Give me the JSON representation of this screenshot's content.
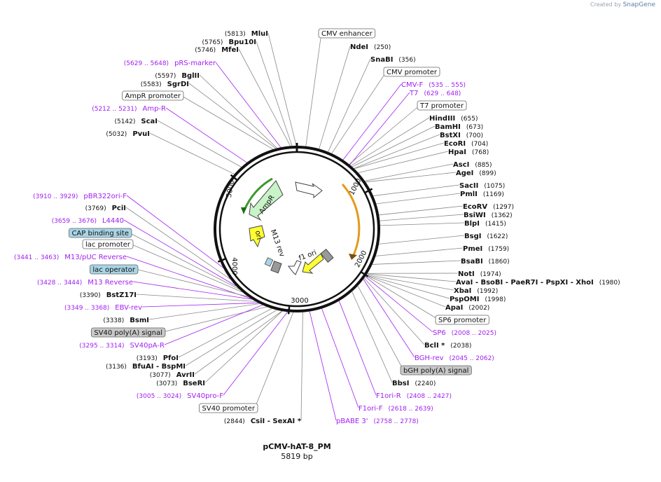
{
  "credit": {
    "prefix": "Created by",
    "brand": "SnapGene"
  },
  "plasmid": {
    "name": "pCMV-hAT-8_PM",
    "size": "5819 bp",
    "length": 5819
  },
  "ticks": [
    "1000",
    "2000",
    "3000",
    "4000",
    "5000"
  ],
  "colors": {
    "purple": "#a020f0",
    "line": "#888888"
  },
  "features": [
    {
      "name": "ori-arrow",
      "label": "ori"
    },
    {
      "name": "m13rev-arrow",
      "label": "M13 rev"
    },
    {
      "name": "ampr-arrow",
      "label": "AmpR"
    },
    {
      "name": "f1ori-arrow",
      "label": "f1 ori"
    }
  ],
  "labels": [
    {
      "text": "MluI",
      "pos": "(5813)",
      "kind": "enzyme",
      "site": 5813
    },
    {
      "text": "Bpu10I",
      "pos": "(5765)",
      "kind": "enzyme",
      "site": 5765
    },
    {
      "text": "MfeI",
      "pos": "(5746)",
      "kind": "enzyme",
      "site": 5746
    },
    {
      "text": "pRS-marker",
      "pos": "(5629 .. 5648)",
      "kind": "primer",
      "site": 5638
    },
    {
      "text": "BglII",
      "pos": "(5597)",
      "kind": "enzyme",
      "site": 5597
    },
    {
      "text": "SgrDI",
      "pos": "(5583)",
      "kind": "enzyme",
      "site": 5583
    },
    {
      "text": "AmpR promoter",
      "pos": "",
      "kind": "feature",
      "site": 5550
    },
    {
      "text": "Amp-R",
      "pos": "(5212 .. 5231)",
      "kind": "primer",
      "site": 5221
    },
    {
      "text": "ScaI",
      "pos": "(5142)",
      "kind": "enzyme",
      "site": 5142
    },
    {
      "text": "PvuI",
      "pos": "(5032)",
      "kind": "enzyme",
      "site": 5032
    },
    {
      "text": "pBR322ori-F",
      "pos": "(3910 .. 3929)",
      "kind": "primer",
      "site": 3920
    },
    {
      "text": "PciI",
      "pos": "(3769)",
      "kind": "enzyme",
      "site": 3769
    },
    {
      "text": "L4440",
      "pos": "(3659 .. 3676)",
      "kind": "primer",
      "site": 3668
    },
    {
      "text": "CAP binding site",
      "pos": "",
      "kind": "feature-blue",
      "site": 3620
    },
    {
      "text": "lac promoter",
      "pos": "",
      "kind": "feature",
      "site": 3570
    },
    {
      "text": "M13/pUC Reverse",
      "pos": "(3441 .. 3463)",
      "kind": "primer",
      "site": 3452
    },
    {
      "text": "lac operator",
      "pos": "",
      "kind": "feature-blue",
      "site": 3490
    },
    {
      "text": "M13 Reverse",
      "pos": "(3428 .. 3444)",
      "kind": "primer",
      "site": 3436
    },
    {
      "text": "BstZ17I",
      "pos": "(3390)",
      "kind": "enzyme",
      "site": 3390
    },
    {
      "text": "EBV-rev",
      "pos": "(3349 .. 3368)",
      "kind": "primer",
      "site": 3358
    },
    {
      "text": "BsmI",
      "pos": "(3338)",
      "kind": "enzyme",
      "site": 3338
    },
    {
      "text": "SV40 poly(A) signal",
      "pos": "",
      "kind": "feature-gray",
      "site": 3250
    },
    {
      "text": "SV40pA-R",
      "pos": "(3295 .. 3314)",
      "kind": "primer",
      "site": 3304
    },
    {
      "text": "PfoI",
      "pos": "(3193)",
      "kind": "enzyme",
      "site": 3193
    },
    {
      "text": "BfuAI  -  BspMI",
      "pos": "(3136)",
      "kind": "enzyme",
      "site": 3136
    },
    {
      "text": "AvrII",
      "pos": "(3077)",
      "kind": "enzyme",
      "site": 3077
    },
    {
      "text": "BseRI",
      "pos": "(3073)",
      "kind": "enzyme",
      "site": 3073
    },
    {
      "text": "SV40pro-F",
      "pos": "(3005 .. 3024)",
      "kind": "primer",
      "site": 3014
    },
    {
      "text": "SV40 promoter",
      "pos": "",
      "kind": "feature",
      "site": 2950
    },
    {
      "text": "CsiI  -  SexAI *",
      "pos": "(2844)",
      "kind": "enzyme",
      "site": 2844
    },
    {
      "text": "pBABE 3'",
      "pos": "(2758 .. 2778)",
      "kind": "primer",
      "site": 2768
    },
    {
      "text": "F1ori-F",
      "pos": "(2618 .. 2639)",
      "kind": "primer",
      "site": 2628
    },
    {
      "text": "F1ori-R",
      "pos": "(2408 .. 2427)",
      "kind": "primer",
      "site": 2417
    },
    {
      "text": "BbsI",
      "pos": "(2240)",
      "kind": "enzyme",
      "site": 2240
    },
    {
      "text": "bGH poly(A) signal",
      "pos": "",
      "kind": "feature-gray",
      "site": 2150
    },
    {
      "text": "BGH-rev",
      "pos": "(2045 .. 2062)",
      "kind": "primer",
      "site": 2053
    },
    {
      "text": "BclI *",
      "pos": "(2038)",
      "kind": "enzyme",
      "site": 2038
    },
    {
      "text": "SP6",
      "pos": "(2008 .. 2025)",
      "kind": "primer",
      "site": 2016
    },
    {
      "text": "SP6 promoter",
      "pos": "",
      "kind": "feature",
      "site": 2005
    },
    {
      "text": "ApaI",
      "pos": "(2002)",
      "kind": "enzyme",
      "site": 2002
    },
    {
      "text": "PspOMI",
      "pos": "(1998)",
      "kind": "enzyme",
      "site": 1998
    },
    {
      "text": "XbaI",
      "pos": "(1992)",
      "kind": "enzyme",
      "site": 1992
    },
    {
      "text": "AvaI  -  BsoBI  -  PaeR7I  -  PspXI  -  XhoI",
      "pos": "(1980)",
      "kind": "enzyme",
      "site": 1980
    },
    {
      "text": "NotI",
      "pos": "(1974)",
      "kind": "enzyme",
      "site": 1974
    },
    {
      "text": "BsaBI",
      "pos": "(1860)",
      "kind": "enzyme",
      "site": 1860
    },
    {
      "text": "PmeI",
      "pos": "(1759)",
      "kind": "enzyme",
      "site": 1759
    },
    {
      "text": "BsgI",
      "pos": "(1622)",
      "kind": "enzyme",
      "site": 1622
    },
    {
      "text": "BlpI",
      "pos": "(1415)",
      "kind": "enzyme",
      "site": 1415
    },
    {
      "text": "BsiWI",
      "pos": "(1362)",
      "kind": "enzyme",
      "site": 1362
    },
    {
      "text": "EcoRV",
      "pos": "(1297)",
      "kind": "enzyme",
      "site": 1297
    },
    {
      "text": "PmlI",
      "pos": "(1169)",
      "kind": "enzyme",
      "site": 1169
    },
    {
      "text": "SacII",
      "pos": "(1075)",
      "kind": "enzyme",
      "site": 1075
    },
    {
      "text": "AgeI",
      "pos": "(899)",
      "kind": "enzyme",
      "site": 899
    },
    {
      "text": "AscI",
      "pos": "(885)",
      "kind": "enzyme",
      "site": 885
    },
    {
      "text": "HpaI",
      "pos": "(768)",
      "kind": "enzyme",
      "site": 768
    },
    {
      "text": "EcoRI",
      "pos": "(704)",
      "kind": "enzyme",
      "site": 704
    },
    {
      "text": "BstXI",
      "pos": "(700)",
      "kind": "enzyme",
      "site": 700
    },
    {
      "text": "BamHI",
      "pos": "(673)",
      "kind": "enzyme",
      "site": 673
    },
    {
      "text": "HindIII",
      "pos": "(655)",
      "kind": "enzyme",
      "site": 655
    },
    {
      "text": "T7 promoter",
      "pos": "",
      "kind": "feature",
      "site": 630
    },
    {
      "text": "T7",
      "pos": "(629 .. 648)",
      "kind": "primer",
      "site": 638
    },
    {
      "text": "CMV-F",
      "pos": "(535 .. 555)",
      "kind": "primer",
      "site": 545
    },
    {
      "text": "CMV promoter",
      "pos": "",
      "kind": "feature",
      "site": 400
    },
    {
      "text": "SnaBI",
      "pos": "(356)",
      "kind": "enzyme",
      "site": 356
    },
    {
      "text": "NdeI",
      "pos": "(250)",
      "kind": "enzyme",
      "site": 250
    },
    {
      "text": "CMV enhancer",
      "pos": "",
      "kind": "feature",
      "site": 100
    }
  ]
}
